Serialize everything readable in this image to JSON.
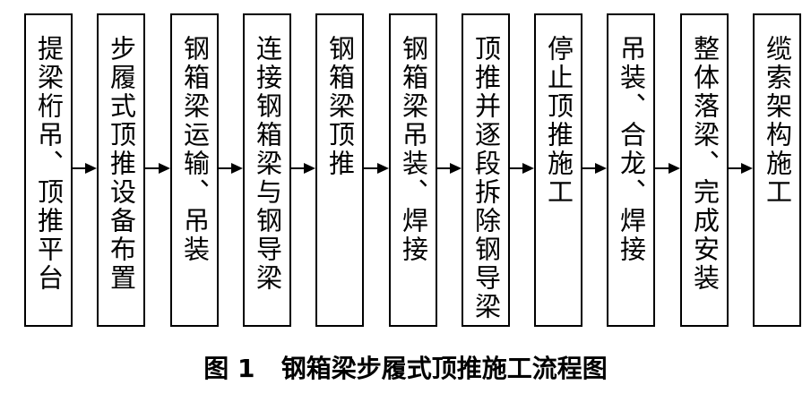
{
  "diagram": {
    "type": "flowchart",
    "direction": "left-to-right",
    "line_color": "#000000",
    "steps": [
      {
        "id": "s1",
        "label": "提梁桁吊、顶推平台"
      },
      {
        "id": "s2",
        "label": "步履式顶推设备布置"
      },
      {
        "id": "s3",
        "label": "钢箱梁运输、吊装"
      },
      {
        "id": "s4",
        "label": "连接钢箱梁与钢导梁"
      },
      {
        "id": "s5",
        "label": "钢箱梁顶推"
      },
      {
        "id": "s6",
        "label": "钢箱梁吊装、焊接"
      },
      {
        "id": "s7",
        "label": "顶推并逐段拆除钢导梁"
      },
      {
        "id": "s8",
        "label": "停止顶推施工"
      },
      {
        "id": "s9",
        "label": "吊装、合龙、焊接"
      },
      {
        "id": "s10",
        "label": "整体落梁、完成安装"
      },
      {
        "id": "s11",
        "label": "缆索架构施工"
      }
    ],
    "edges": [
      {
        "from": "s1",
        "to": "s2"
      },
      {
        "from": "s2",
        "to": "s3"
      },
      {
        "from": "s3",
        "to": "s4"
      },
      {
        "from": "s4",
        "to": "s5"
      },
      {
        "from": "s5",
        "to": "s6"
      },
      {
        "from": "s6",
        "to": "s7"
      },
      {
        "from": "s7",
        "to": "s8"
      },
      {
        "from": "s8",
        "to": "s9"
      },
      {
        "from": "s9",
        "to": "s10"
      },
      {
        "from": "s10",
        "to": "s11"
      }
    ]
  },
  "caption": "图 1   钢箱梁步履式顶推施工流程图"
}
